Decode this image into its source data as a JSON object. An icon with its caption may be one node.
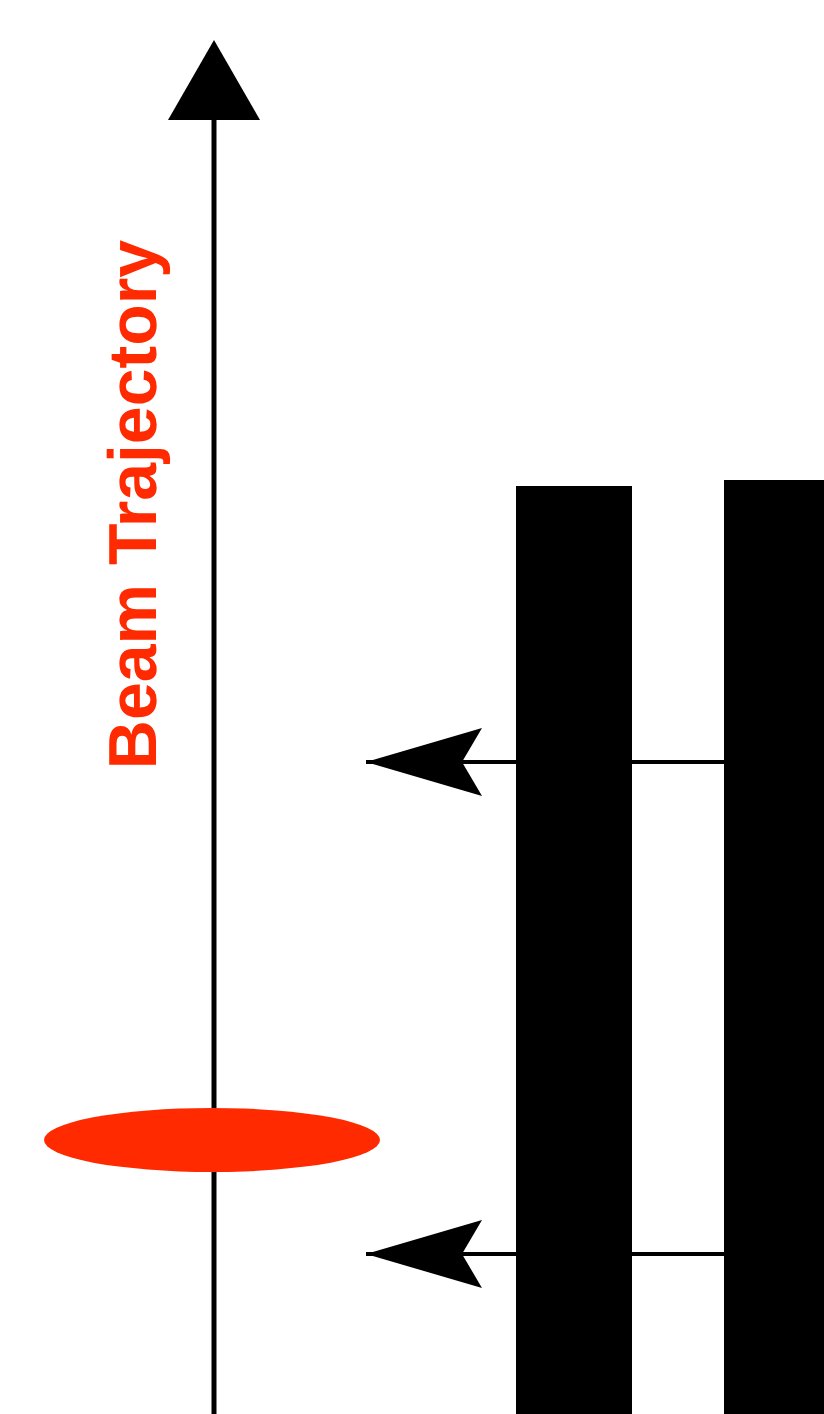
{
  "diagram": {
    "nodes": [
      {
        "text": [],
        "shape": "ellipse"
      },
      {
        "text": [],
        "shape": "bar"
      },
      {
        "text": [],
        "shape": "bar"
      }
    ],
    "edges": [
      {
        "from": 2,
        "to": null,
        "arrow": "to"
      },
      {
        "from": 2,
        "to": null,
        "arrow": "to"
      }
    ],
    "labels": [
      "Beam Trajectory"
    ]
  }
}
